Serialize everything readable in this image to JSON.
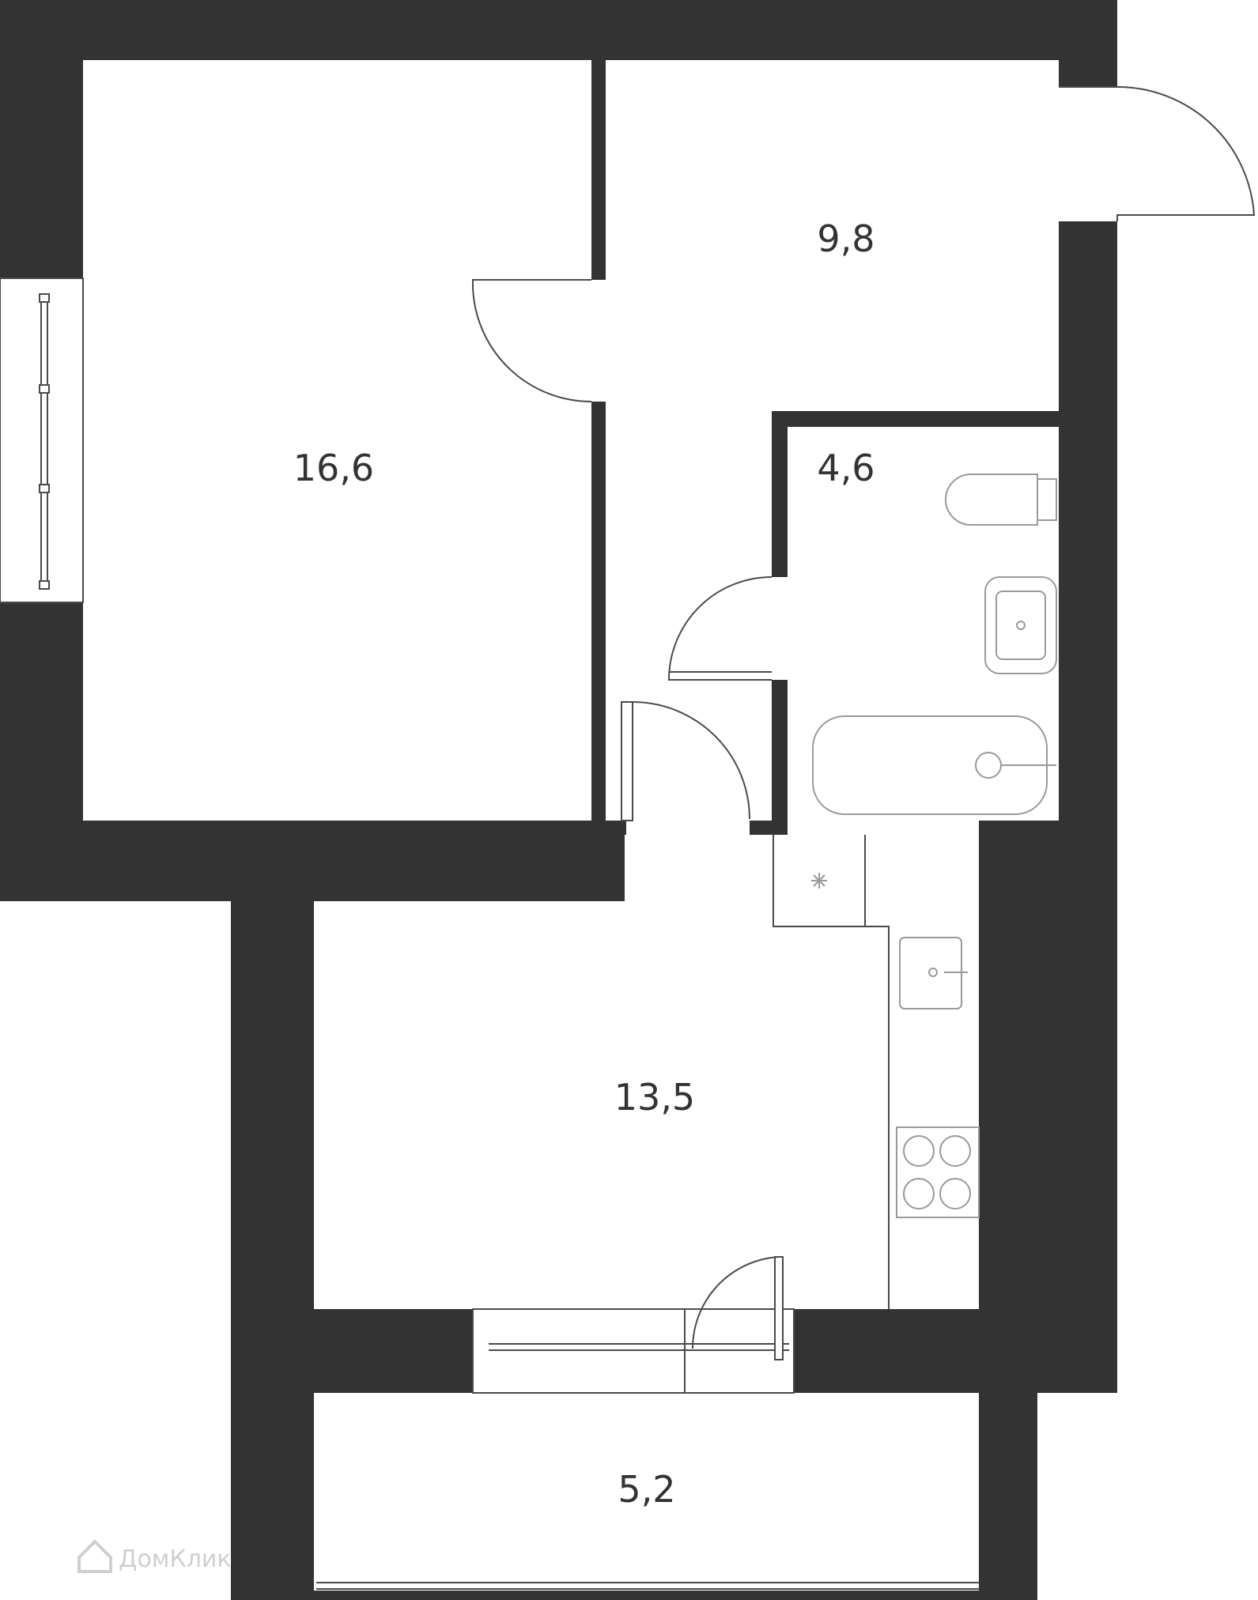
{
  "rooms": [
    {
      "id": "room-living",
      "area": "16,6"
    },
    {
      "id": "room-bedroom",
      "area": "9,8"
    },
    {
      "id": "room-bathroom",
      "area": "4,6"
    },
    {
      "id": "room-kitchen",
      "area": "13,5"
    },
    {
      "id": "room-balcony",
      "area": "5,2"
    }
  ],
  "watermark": {
    "text": "ДомКлик"
  },
  "colors": {
    "wall": "#333333",
    "line": "#4a4a4a",
    "fixture": "#9a9a9a"
  }
}
